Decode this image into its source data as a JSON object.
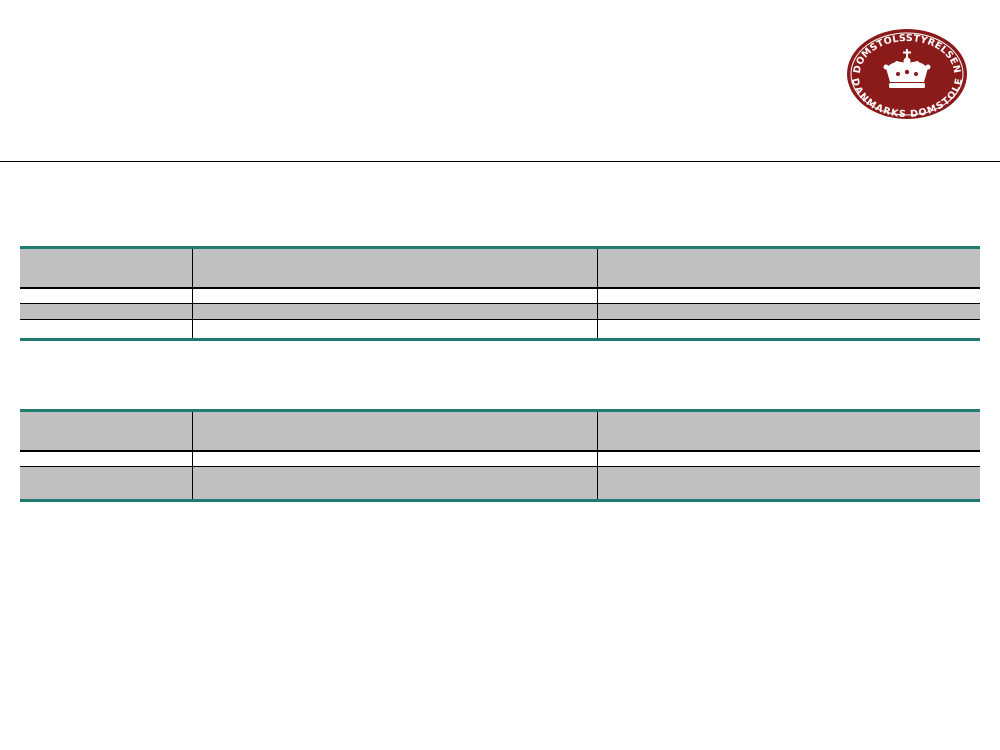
{
  "logo": {
    "top_text": "DOMSTOLSSTYRELSEN",
    "bottom_text": "DANMARKS DOMSTOLE",
    "colors": {
      "seal": "#8b1a1a",
      "ring": "#ffffff",
      "text": "#ffffff"
    }
  },
  "colors": {
    "rule": "#000000",
    "table_border": "#1f7a70",
    "header_fill": "#c0c0c0",
    "band_fill": "#c0c0c0"
  },
  "table1": {
    "rows": [
      {
        "cells": [
          "",
          "",
          ""
        ],
        "fill": "gray"
      },
      {
        "cells": [
          "",
          "",
          ""
        ],
        "fill": "white"
      },
      {
        "cells": [
          "",
          "",
          ""
        ],
        "fill": "gray"
      },
      {
        "cells": [
          "",
          "",
          ""
        ],
        "fill": "white"
      }
    ]
  },
  "table2": {
    "rows": [
      {
        "cells": [
          "",
          "",
          ""
        ],
        "fill": "gray"
      },
      {
        "cells": [
          "",
          "",
          ""
        ],
        "fill": "white"
      },
      {
        "cells": [
          "",
          "",
          ""
        ],
        "fill": "gray"
      }
    ]
  }
}
